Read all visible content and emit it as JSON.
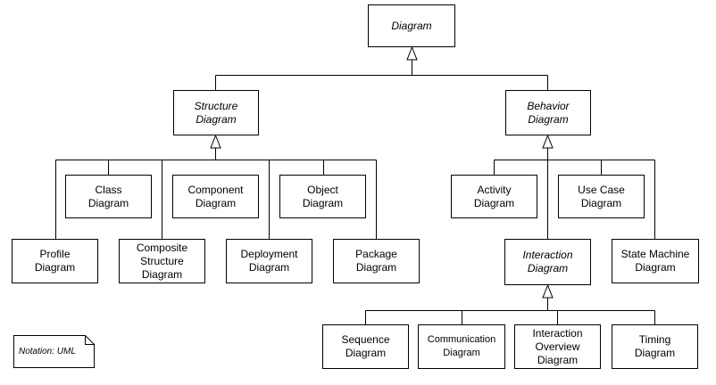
{
  "nodes": {
    "diagram": "Diagram",
    "structure": "Structure\nDiagram",
    "behavior": "Behavior\nDiagram",
    "class": "Class\nDiagram",
    "component": "Component\nDiagram",
    "object": "Object\nDiagram",
    "profile": "Profile\nDiagram",
    "composite": "Composite\nStructure\nDiagram",
    "deployment": "Deployment\nDiagram",
    "package": "Package\nDiagram",
    "activity": "Activity\nDiagram",
    "usecase": "Use Case\nDiagram",
    "interaction": "Interaction\nDiagram",
    "statemachine": "State Machine\nDiagram",
    "sequence": "Sequence\nDiagram",
    "communication": "Communication\nDiagram",
    "overview": "Interaction\nOverview\nDiagram",
    "timing": "Timing\nDiagram"
  },
  "note": "Notation: UML"
}
